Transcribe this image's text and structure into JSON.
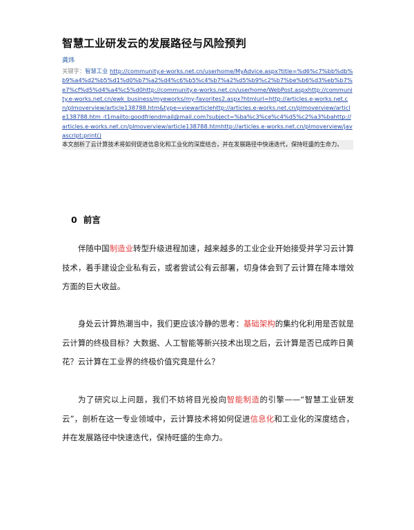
{
  "article": {
    "title": "智慧工业研发云的发展路径与风险预判",
    "author": "龚炜",
    "keywords_label": "关键字：",
    "keywords_value": "智慧工业",
    "links_text": "http://community.e-works.net.cn/userhome/MyAdvice.aspx?title=%d6%c7%bb%db%b9%a4%d2%b5%d1%d0%b7%a2%d4%c6%b5%c4%b7%a2%d5%b9%c2%b7%be%b6%d3%eb%b7%e7%cf%d5%d4%a4%c5%d0http://community.e-works.net.cn/userhome/WebPost.aspxhttp://community.e-works.net.cn/ewk_business/myeworks/my-favorites2.aspx?htmlurl=http://articles.e-works.net.cn/plmoverview/article138788.htm&type=viewarticlehttp://articles.e-works.net.cn/plmoverview/article138788.htm -t1mailto:goodfriendmail@mail.com?subject=%ba%c3%ce%c4%d5%c2%a3%bahttp://articles.e-works.net.cn/plmoverview/article138788.htmhttp://articles.e-works.net.cn/plmoverview/javascript:print()",
    "summary": "本文剖析了云计算技术将如何促进信息化和工业化的深度结合，并在发展路径中快速迭代，保持旺盛的生命力。"
  },
  "section": {
    "number": "0",
    "heading": "前言"
  },
  "paragraphs": {
    "p1": {
      "a": "伴随中国",
      "hl1": "制造业",
      "b": "转型升级进程加速，越来越多的工业企业开始接受并学习云计算技术，着手建设企业私有云，或者尝试公有云部署，切身体会到了云计算在降本增效方面的巨大收益。"
    },
    "p2": {
      "a": "身处云计算热潮当中，我们更应该冷静的思考：",
      "hl1": "基础架构",
      "b": "的集约化利用是否就是云计算的终极目标？大数据、人工智能等新兴技术出现之后，云计算是否已成昨日黄花？云计算在工业界的终极价值究竟是什么？"
    },
    "p3": {
      "a": "为了研究以上问题，我们不妨将目光投向",
      "hl1": "智能制造",
      "b": "的引擎——“智慧工业研发云”，剖析在这一专业领域中，云计算技术将如何促进",
      "hl2": "信息化",
      "c": "和工业化的深度结合，并在发展路径中快速迭代，保持旺盛的生命力。"
    }
  },
  "colors": {
    "highlight": "#e03b3b",
    "link": "#1f47a8",
    "author": "#2f62a8",
    "summary_bg": "#eeeeee"
  }
}
